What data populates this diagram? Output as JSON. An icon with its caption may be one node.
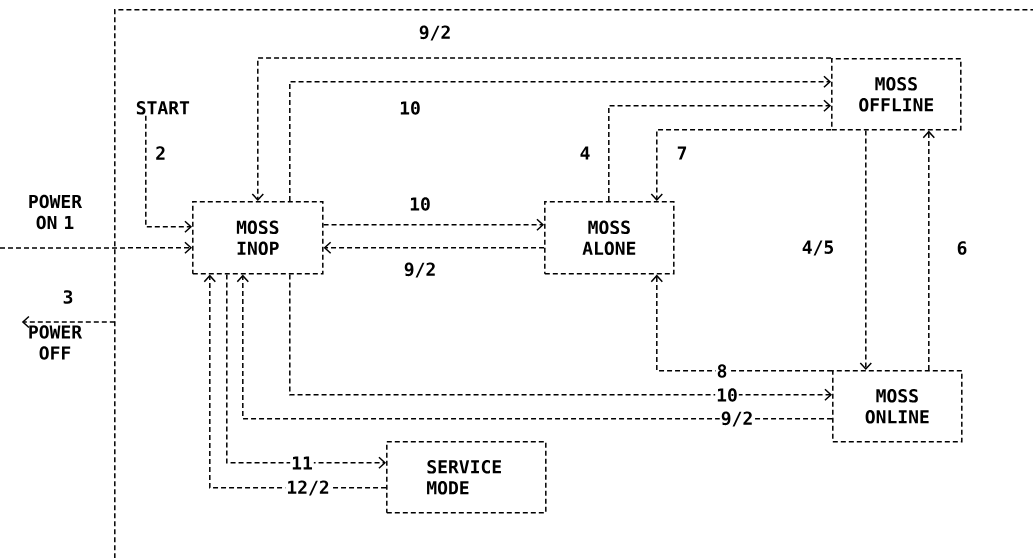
{
  "diagram": {
    "nodes": [
      {
        "text": [],
        "shape": "box"
      },
      {
        "text": [
          "START"
        ],
        "in": 0
      },
      {
        "text": [
          "MOSS INOP"
        ],
        "in": 0
      },
      {
        "text": [
          "MOSS ALONE"
        ],
        "in": 0
      },
      {
        "text": [
          "MOSS OFFLINE"
        ],
        "in": 0
      },
      {
        "text": [
          "MOSS ONLINE"
        ],
        "in": 0
      },
      {
        "text": [
          "SERVICE MODE"
        ],
        "in": 0
      },
      {
        "text": [
          "POWER OFF"
        ]
      }
    ],
    "edges": [
      {
        "from": null,
        "to": 2,
        "arrow": "to",
        "label": "POWER ON 1"
      },
      {
        "from": 1,
        "to": 2,
        "arrow": "to",
        "label": "2"
      },
      {
        "from": 4,
        "to": 2,
        "arrow": "to",
        "label": "9/2"
      },
      {
        "from": 2,
        "to": 4,
        "arrow": "to",
        "label": "10"
      },
      {
        "from": 2,
        "to": 3,
        "arrow": "to",
        "label": "10"
      },
      {
        "from": 3,
        "to": 2,
        "arrow": "to",
        "label": "9/2"
      },
      {
        "from": 3,
        "to": 4,
        "arrow": "to",
        "label": "4"
      },
      {
        "from": 4,
        "to": 3,
        "arrow": "to",
        "label": "7"
      },
      {
        "from": 4,
        "to": 5,
        "arrow": "to",
        "label": "4/5"
      },
      {
        "from": 5,
        "to": 4,
        "arrow": "to",
        "label": "6"
      },
      {
        "from": 5,
        "to": 3,
        "arrow": "to",
        "label": "8"
      },
      {
        "from": 2,
        "to": 5,
        "arrow": "to",
        "label": "10"
      },
      {
        "from": 5,
        "to": 2,
        "arrow": "to",
        "label": "9/2"
      },
      {
        "from": 2,
        "to": 6,
        "arrow": "to",
        "label": "11"
      },
      {
        "from": 6,
        "to": 2,
        "arrow": "to",
        "label": "12/2"
      },
      {
        "from": 0,
        "to": 7,
        "arrow": "to",
        "label": "3"
      }
    ]
  }
}
